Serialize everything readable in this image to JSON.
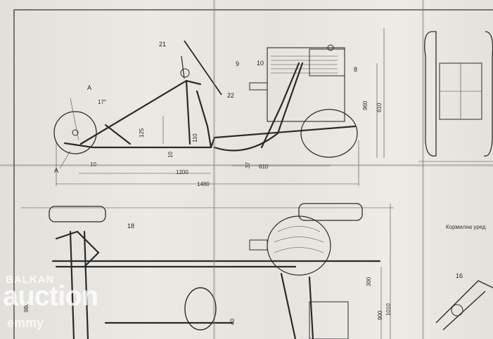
{
  "drawing": {
    "part_labels": [
      "21",
      "17°",
      "9",
      "10",
      "8",
      "22",
      "18",
      "16",
      "A",
      "A"
    ],
    "dimensions_top": [
      "125",
      "110",
      "10",
      "10",
      "1200",
      "1480",
      "37",
      "610",
      "960",
      "610"
    ],
    "dimensions_bottom": [
      "300",
      "900",
      "1010",
      "980",
      "40"
    ],
    "caption": "Кормилна уред"
  },
  "watermark": {
    "line1": "BALKAN",
    "line2": "auction",
    "line3": "emmy"
  },
  "colors": {
    "paper": "#e7e5df",
    "ink": "#2b2b2b"
  }
}
